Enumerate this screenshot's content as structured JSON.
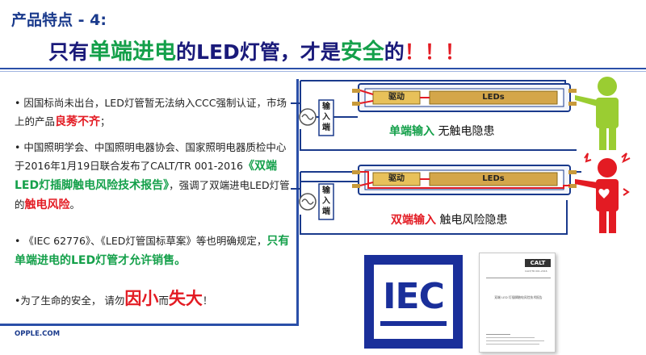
{
  "header": {
    "title_prefix": "产品特点 - 4:",
    "headline": {
      "part1": "只有",
      "part2": "单端进电",
      "part3": "的LED灯管，才是",
      "part4": "安全",
      "part5": "的",
      "part6": "！！！"
    }
  },
  "bullets": {
    "b1": {
      "text1": "• 因国标尚未出台，LED灯管暂无法纳入CCC强制认证，市场上的产品",
      "highlight": "良莠不齐",
      "text2": "；"
    },
    "b2": {
      "text1": "• 中国照明学会、中国照明电器协会、国家照明电器质检中心于2016年1月19日联合发布了CALT/TR 001-2016",
      "highlight1": "《双端LED灯插脚触电风险技术报告》",
      "text2": "，强调了双端进电LED灯管的",
      "highlight2": "触电风险",
      "text3": "。"
    },
    "b3": {
      "text1": "• 《IEC 62776》、《LED灯管国标草案》等也明确规定，",
      "highlight": "只有单端进电的LED灯管才允许销售。"
    },
    "b4": {
      "text1": "•为了生命的安全，  请勿",
      "highlight1": "因小",
      "text2": "而",
      "highlight2": "失大",
      "text3": "！"
    }
  },
  "footer": {
    "brand": "OPPLE.COM"
  },
  "diagram_top": {
    "driver_label": "驱动",
    "leds_label": "LEDs",
    "input_label": "输入端",
    "caption_highlight": "单端输入",
    "caption_text": " 无触电隐患",
    "person_color": "#9acd32"
  },
  "diagram_bottom": {
    "driver_label": "驱动",
    "leds_label": "LEDs",
    "input_label": "输入端",
    "caption_highlight": "双端输入",
    "caption_text": " 触电风险隐患",
    "person_color": "#e31b23"
  },
  "iec_logo": {
    "text": "IEC"
  },
  "report_doc": {
    "logo": "CALT",
    "code": "CALT/TR 001-2016",
    "title": "双端 LED 灯插脚触电风险技术报告"
  },
  "colors": {
    "accent_blue": "#2a4fa8",
    "green": "#14a04a",
    "red": "#e31b23",
    "tube_border": "#1a3a8c",
    "driver_fill": "#e8c15a",
    "iec_blue": "#1a2f9a"
  }
}
